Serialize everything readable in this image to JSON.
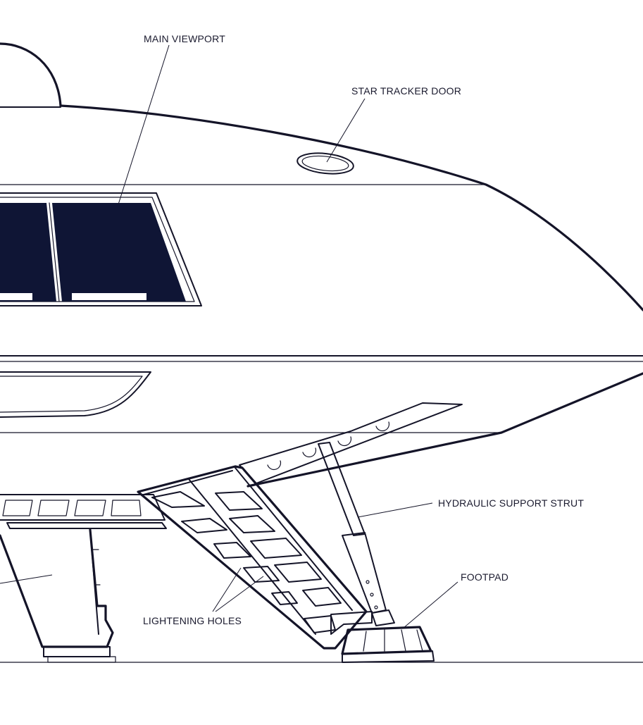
{
  "callouts": {
    "main_viewport": "MAIN VIEWPORT",
    "star_tracker_door": "STAR TRACKER DOOR",
    "hydraulic_support_strut": "HYDRAULIC SUPPORT STRUT",
    "footpad": "FOOTPAD",
    "lightening_holes": "LIGHTENING HOLES"
  },
  "colors": {
    "ink": "#141428",
    "viewport_glass": "#0f1535",
    "paper": "#ffffff"
  }
}
